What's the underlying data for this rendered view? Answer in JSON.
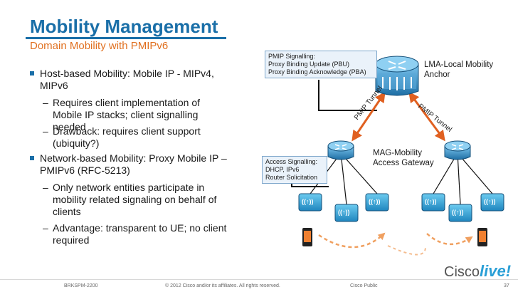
{
  "slide": {
    "title": "Mobility Management",
    "subtitle": "Domain Mobility with PMIPv6"
  },
  "bullets": [
    {
      "text": "Host-based Mobility: Mobile IP - MIPv4, MIPv6",
      "subs": [
        "Requires client implementation of Mobile IP stacks; client signalling needed",
        "Drawback: requires client support (ubiquity?)"
      ]
    },
    {
      "text": "Network-based Mobility: Proxy Mobile IP – PMIPv6 (RFC-5213)",
      "subs": [
        "Only network entities participate in mobility related signaling on behalf of clients",
        "Advantage: transparent to UE; no client required"
      ]
    }
  ],
  "diagram": {
    "pmip_box": {
      "line1": "PMIP Signalling:",
      "line2": "Proxy Binding Update (PBU)",
      "line3": "Proxy Binding Acknowledge (PBA)"
    },
    "access_box": {
      "line1": "Access Signalling:",
      "line2": "DHCP, IPv6",
      "line3": "Router Solicitation"
    },
    "lma_label": {
      "line1": "LMA-Local Mobility",
      "line2": "Anchor"
    },
    "mag_label": {
      "line1": "MAG-Mobility",
      "line2": "Access Gateway"
    },
    "tunnel_left": "PMIP Tunnel",
    "tunnel_right": "PMIP Tunnel",
    "ap_glyph": "((↑))"
  },
  "footer": {
    "session_id": "BRKSPM-2200",
    "copyright": "© 2012 Cisco and/or its affiliates. All rights reserved.",
    "classification": "Cisco Public",
    "page_number": "37",
    "logo_text_1": "Cisco",
    "logo_text_2": "live!"
  },
  "colors": {
    "title": "#1a6fa8",
    "subtitle": "#e07020",
    "tunnel_arrow": "#e06020",
    "callout_border": "#7fa8cc",
    "router": "#2e86c1",
    "ap": "#3ba9d6",
    "phone_screen": "#f08030"
  }
}
